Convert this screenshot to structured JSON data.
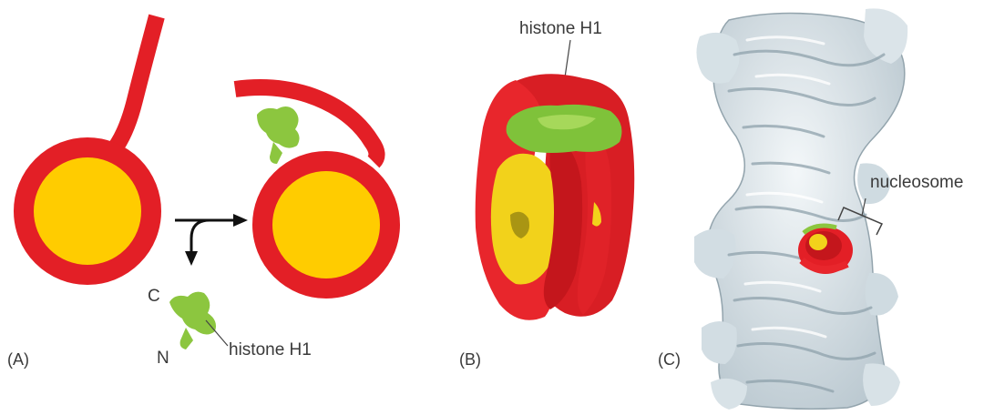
{
  "panels": {
    "a": {
      "label": "(A)",
      "terminus_c": "C",
      "terminus_n": "N",
      "histone_label": "histone H1"
    },
    "b": {
      "label": "(B)",
      "histone_label": "histone H1"
    },
    "c": {
      "label": "(C)",
      "nucleosome_label": "nucleosome"
    }
  },
  "colors": {
    "dna": "#e31f26",
    "core": "#ffcc00",
    "histone": "#8cc63f",
    "chromatin": "#dfe8ec",
    "text": "#3a3a3a",
    "arrow": "#111111"
  }
}
